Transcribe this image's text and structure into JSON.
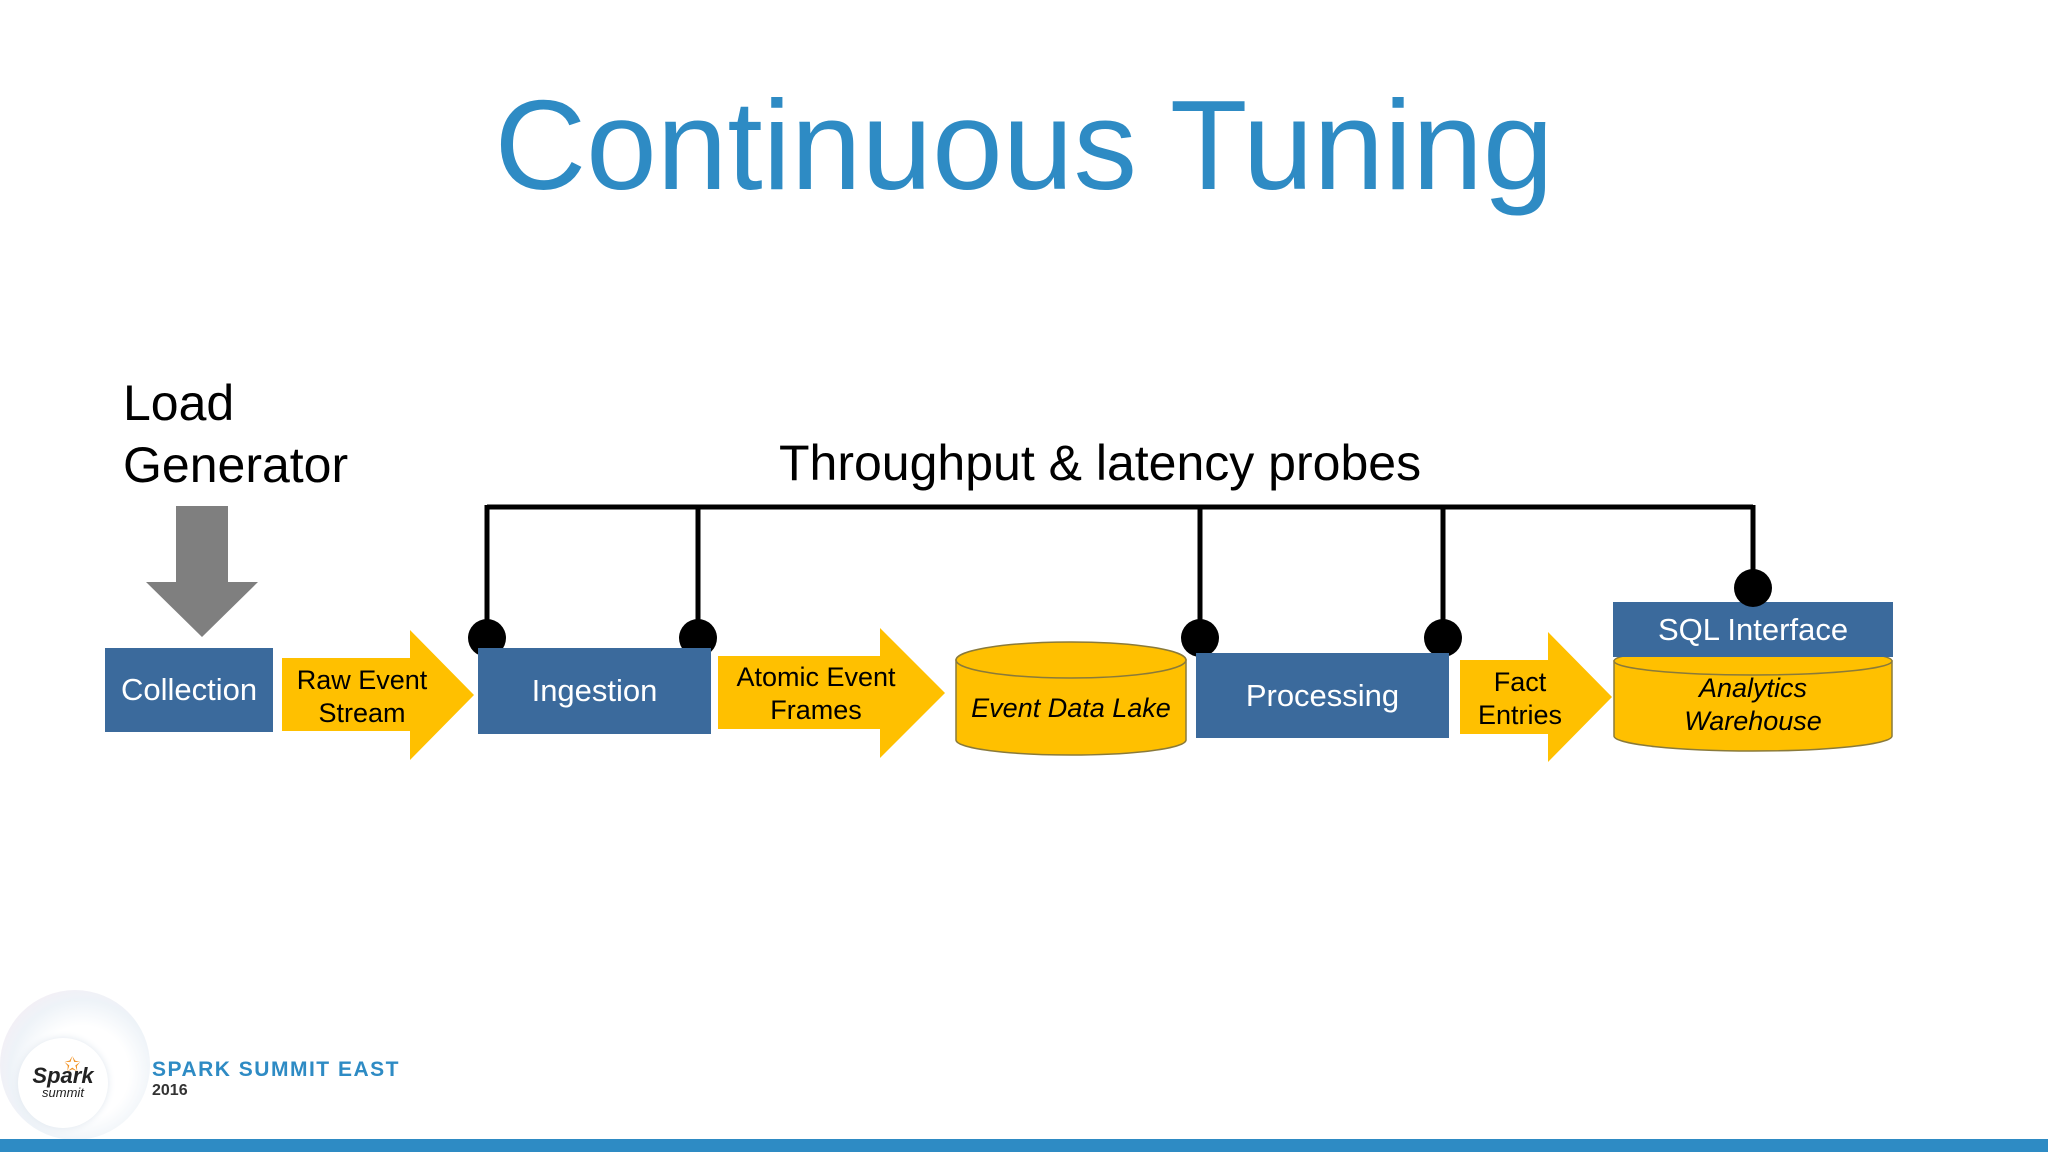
{
  "title": "Continuous Tuning",
  "load_generator": {
    "line1": "Load",
    "line2": "Generator"
  },
  "probes_label": "Throughput & latency probes",
  "stages": {
    "collection": "Collection",
    "ingestion": "Ingestion",
    "processing": "Processing",
    "sql_interface": "SQL Interface"
  },
  "flows": {
    "raw_event_stream": {
      "line1": "Raw Event",
      "line2": "Stream"
    },
    "atomic_event_frames": {
      "line1": "Atomic Event",
      "line2": "Frames"
    },
    "fact_entries": {
      "line1": "Fact",
      "line2": "Entries"
    }
  },
  "stores": {
    "event_data_lake": "Event Data Lake",
    "analytics_warehouse": {
      "line1": "Analytics",
      "line2": "Warehouse"
    }
  },
  "footer": {
    "logo_word1": "Spark",
    "logo_word2": "summit",
    "event_name": "SPARK SUMMIT EAST",
    "event_year": "2016"
  },
  "colors": {
    "title_blue": "#2e8bc4",
    "box_blue": "#3b6a9c",
    "arrow_yellow": "#ffc000",
    "gray_arrow": "#7f7f7f",
    "probe_black": "#000000"
  }
}
